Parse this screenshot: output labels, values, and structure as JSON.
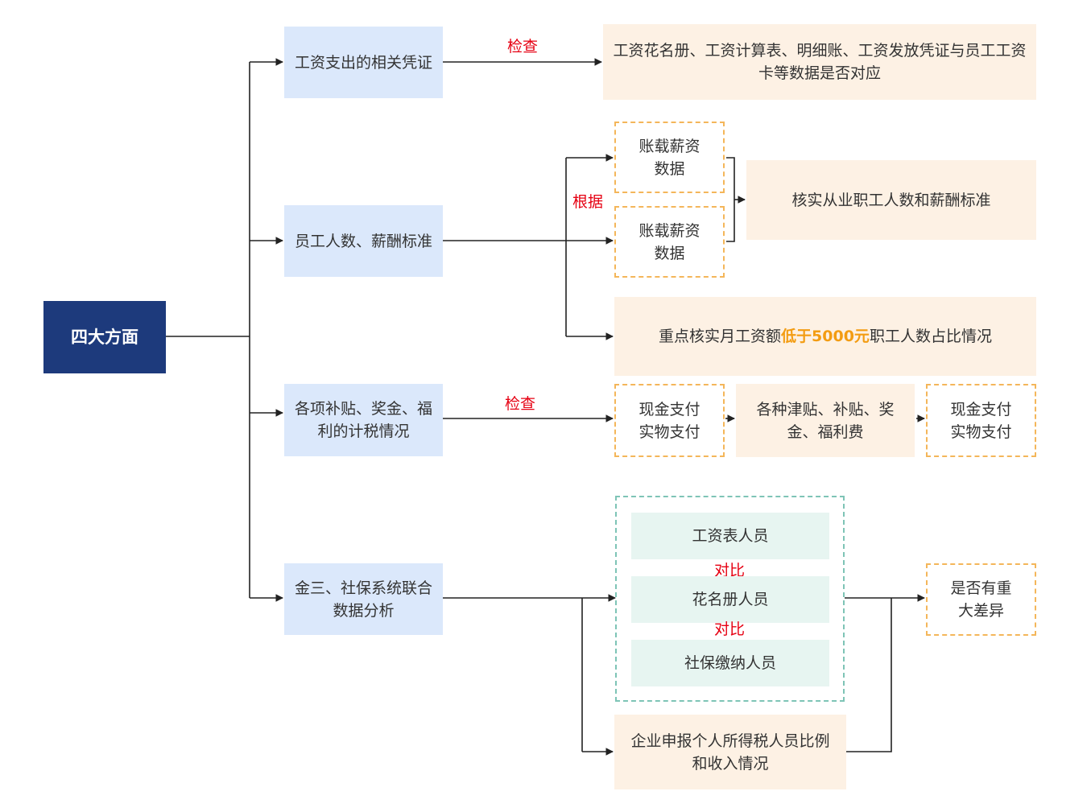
{
  "root": "四大方面",
  "aspects": [
    "工资支出的相关凭证",
    "员工人数、薪酬标准",
    "各项补贴、奖金、福利的计税情况",
    "金三、社保系统联合数据分析"
  ],
  "row1": {
    "label": "检查",
    "result": "工资花名册、工资计算表、明细账、工资发放凭证与员工工资卡等数据是否对应"
  },
  "row2": {
    "label": "根据",
    "data_boxes": [
      "账载薪资数据",
      "账载薪资数据"
    ],
    "verify": "核实从业职工人数和薪酬标准",
    "focus": {
      "prefix": "重点核实月工资额",
      "highlight": "低于5000元",
      "suffix": "职工人数占比情况"
    }
  },
  "row3": {
    "label": "检查",
    "boxes": [
      "现金支付 实物支付",
      "各种津贴、补贴、奖金、福利费",
      "现金支付 实物支付"
    ]
  },
  "row4": {
    "people": [
      "工资表人员",
      "花名册人员",
      "社保缴纳人员"
    ],
    "compare_label": "对比",
    "tax": "企业申报个人所得税人员比例和收入情况",
    "result": "是否有重大差异"
  },
  "colors": {
    "root": "#1d3a7c",
    "aspect_fill": "#dbe8fb",
    "result_fill": "#fdf1e4",
    "dashed_border": "#f4b65a",
    "group_border": "#7ec4b6",
    "label_red": "#e60012",
    "highlight": "#f39c12"
  }
}
